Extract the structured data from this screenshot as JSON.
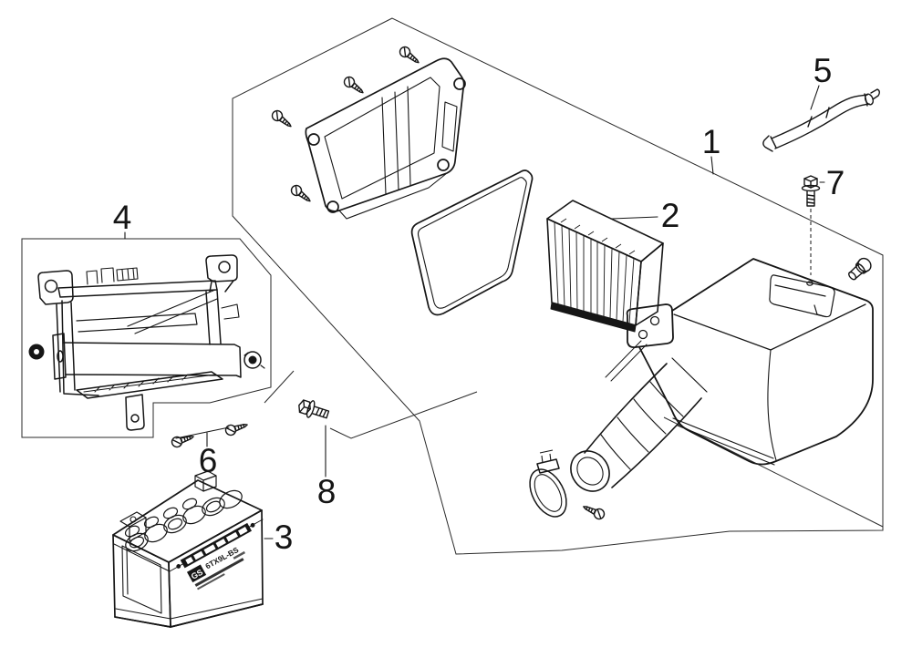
{
  "diagram": {
    "kind": "exploded-parts-diagram",
    "callouts": [
      {
        "label": "1"
      },
      {
        "label": "2"
      },
      {
        "label": "3"
      },
      {
        "label": "4"
      },
      {
        "label": "5"
      },
      {
        "label": "6"
      },
      {
        "label": "7"
      },
      {
        "label": "8"
      }
    ],
    "battery": {
      "logo": "GS",
      "model": "6TX9L-BS"
    },
    "colors": {
      "line": "#161616",
      "background": "#ffffff"
    }
  }
}
